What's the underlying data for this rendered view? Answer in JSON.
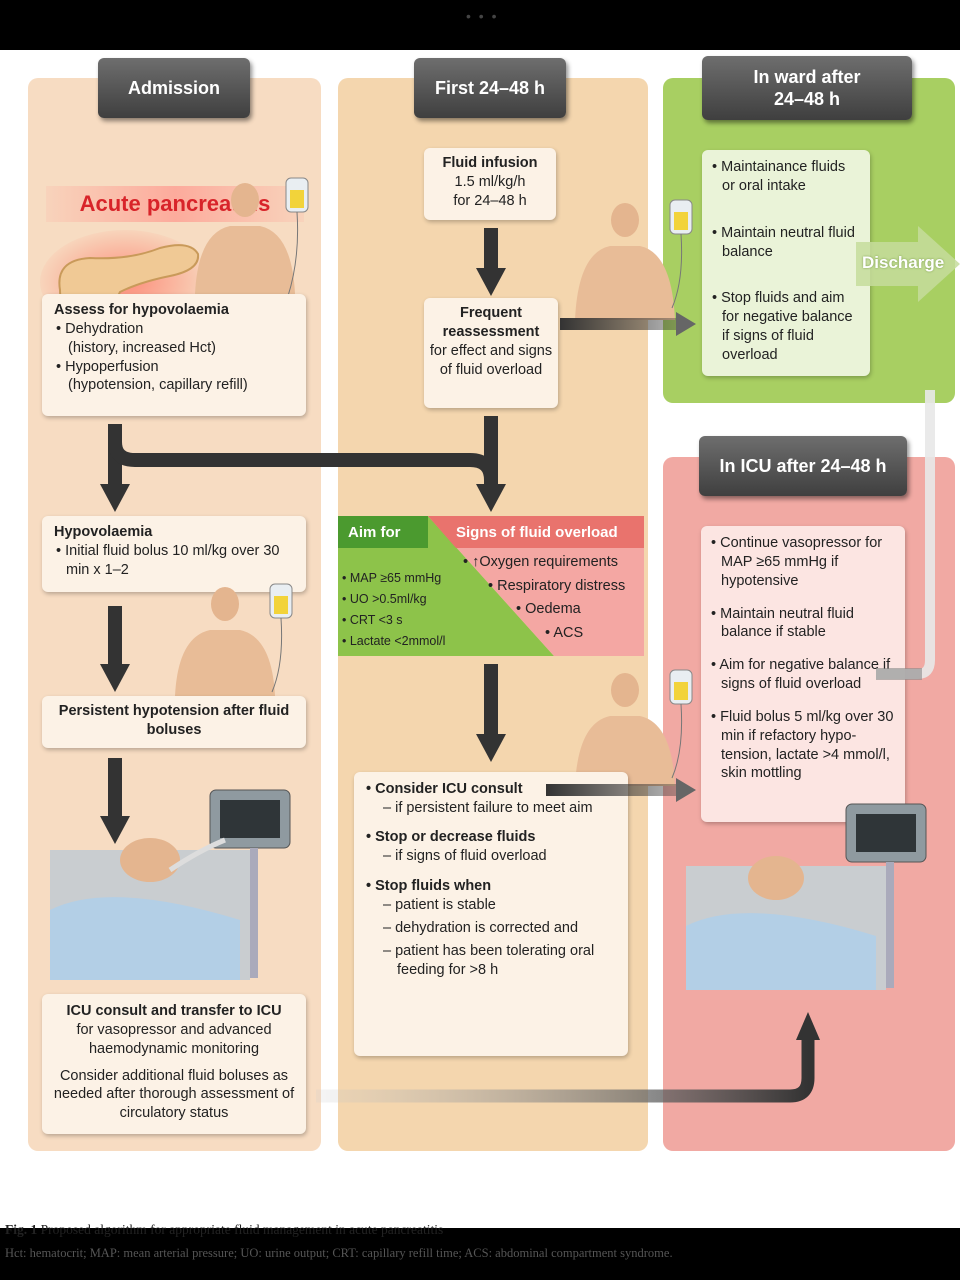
{
  "headers": {
    "admission": "Admission",
    "first": "First 24–48 h",
    "ward_line1": "In ward after",
    "ward_line2": "24–48 h",
    "icu": "In ICU after 24–48 h"
  },
  "admission": {
    "title": "Acute pancreatitis",
    "assess_title": "Assess for hypovolaemia",
    "assess_items": [
      "Dehydration",
      "(history, increased Hct)",
      "Hypoperfusion",
      "(hypotension, capillary refill)"
    ],
    "hypo_title": "Hypovolaemia",
    "hypo_text": "Initial fluid bolus 10 ml/kg over 30 min x 1–2",
    "persistent": "Persistent hypotension after fluid boluses",
    "icu_title": "ICU consult and transfer to ICU",
    "icu_text": "for vasopressor and advanced haemodynamic monitoring",
    "icu_text2": "Consider additional fluid boluses as needed after thorough assessment of circulatory status"
  },
  "first": {
    "infusion_title": "Fluid infusion",
    "infusion_l1": "1.5 ml/kg/h",
    "infusion_l2": "for 24–48 h",
    "reassess_title": "Frequent reassessment",
    "reassess_text": "for effect and signs of fluid overload",
    "aim_label": "Aim for",
    "aim_items": [
      "MAP ≥65 mmHg",
      "UO >0.5ml/kg",
      "CRT <3 s",
      "Lactate <2mmol/l"
    ],
    "signs_label": "Signs of fluid overload",
    "signs_items": [
      "↑Oxygen requirements",
      "Respiratory distress",
      "Oedema",
      "ACS"
    ],
    "consult_title": "Consider ICU consult",
    "consult_sub": "– if persistent failure to meet aim",
    "stop_title": "Stop or decrease fluids",
    "stop_sub": "– if signs of fluid overload",
    "stopwhen_title": "Stop fluids when",
    "stopwhen_items": [
      "– patient is stable",
      "– dehydration is corrected and",
      "– patient has been tolerating oral feeding for >8 h"
    ]
  },
  "ward": {
    "items": [
      "Maintainance fluids or oral intake",
      "Maintain neutral fluid balance",
      "Stop fluids and aim for negative balance if signs of fluid overload"
    ],
    "discharge": "Discharge"
  },
  "icu": {
    "items": [
      "Continue vasopressor for MAP ≥65 mmHg if hypotensive",
      "Maintain neutral fluid balance if stable",
      "Aim for negative balance if signs of fluid overload",
      "Fluid bolus 5 ml/kg over 30 min if refactory hypo-tension, lactate >4 mmol/l, skin mottling"
    ]
  },
  "caption": {
    "fig": "Fig. 1",
    "title": "Proposed algorithm for appropriate fluid management in acute pancreatitis",
    "abbrev": "Hct: hematocrit; MAP: mean arterial pressure; UO: urine output; CRT: capillary refill time; ACS: abdominal compartment syndrome."
  },
  "colors": {
    "admission_bg": "#f7dcc2",
    "first_bg": "#f4d6ae",
    "ward_bg": "#a8cf62",
    "icu_bg": "#f1a9a3",
    "aim_green": "#8dc34a",
    "signs_red": "#e9736d"
  }
}
